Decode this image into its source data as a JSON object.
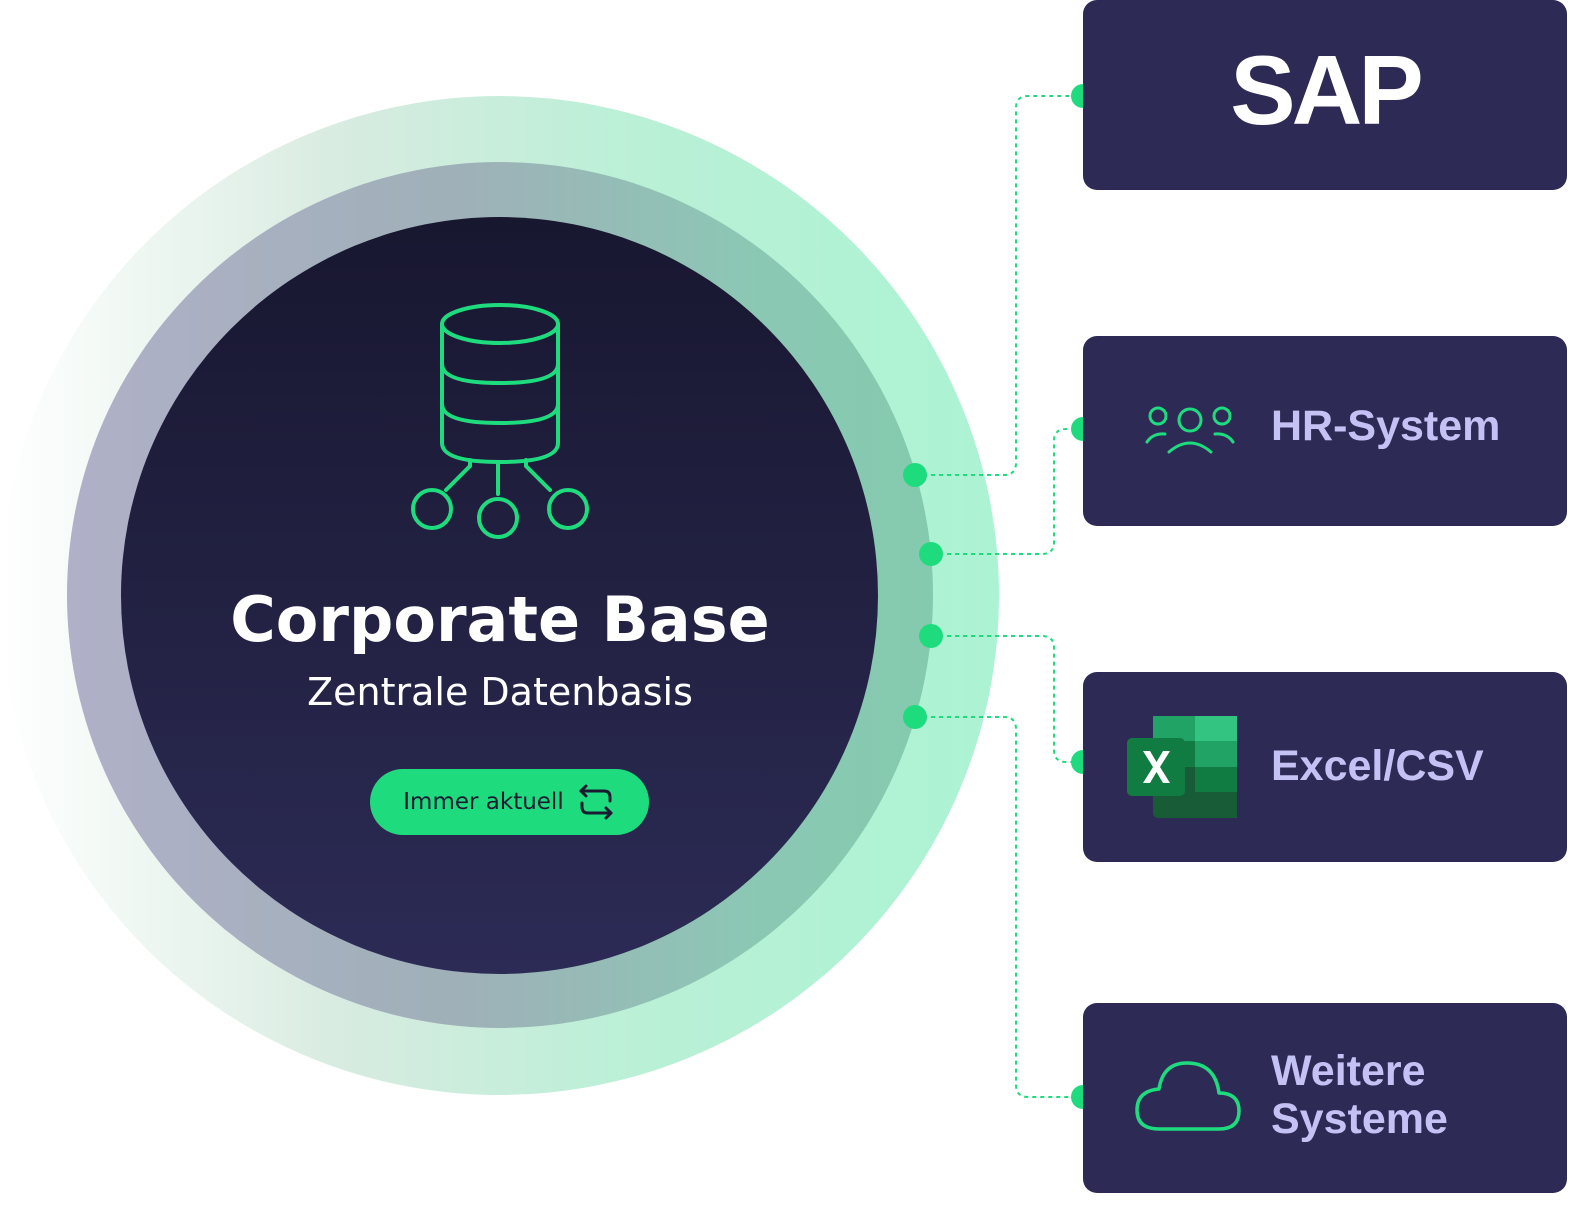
{
  "core": {
    "title": "Corporate Base",
    "subtitle": "Zentrale Datenbasis",
    "badge_label": "Immer aktuell",
    "icons": [
      "database-icon",
      "sync-icon"
    ]
  },
  "systems": [
    {
      "id": "sap",
      "label": "SAP",
      "icon": "sap-logo"
    },
    {
      "id": "hr",
      "label": "HR-System",
      "icon": "people-group-icon"
    },
    {
      "id": "excel",
      "label": "Excel/CSV",
      "icon": "excel-icon"
    },
    {
      "id": "more",
      "label_line1": "Weitere",
      "label_line2": "Systeme",
      "icon": "cloud-icon"
    }
  ],
  "colors": {
    "accent_green": "#1edc7e",
    "navy": "#2d2b55",
    "core_dark": "#1b1a33",
    "label_lavender": "#c4c2f4",
    "excel_green": "#107c41"
  }
}
